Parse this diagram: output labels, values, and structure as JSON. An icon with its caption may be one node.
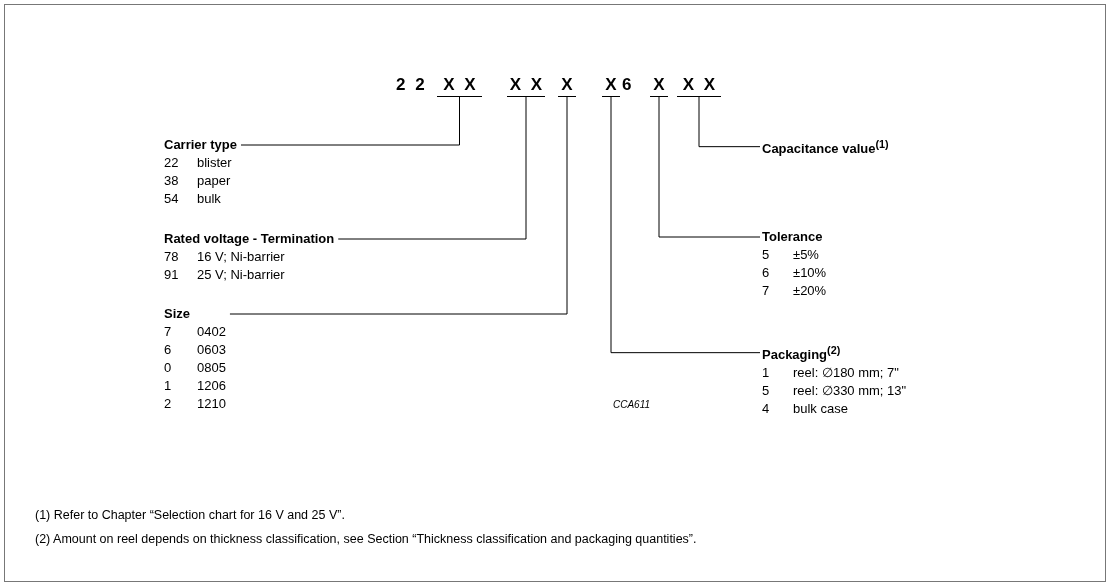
{
  "diagram": {
    "nodes": [
      {
        "text": [
          "X X"
        ]
      },
      {
        "text": [
          "X X"
        ]
      },
      {
        "text": [
          "X"
        ]
      },
      {
        "text": [
          "X"
        ]
      },
      {
        "text": [
          "X"
        ]
      },
      {
        "text": [
          "X X"
        ]
      },
      {
        "text": [
          "Carrier type",
          "22",
          "blister",
          "38",
          "paper",
          "54",
          "bulk"
        ]
      },
      {
        "text": [
          "Capacitance value$^{(1)}$"
        ]
      },
      {
        "text": [
          "Rated voltage - Termination",
          "78",
          "16 V; Ni-barrier",
          "91",
          "25 V; Ni-barrier"
        ]
      },
      {
        "text": [
          "Tolerance",
          "5",
          "±5%",
          "6",
          "±10%",
          "7",
          "±20%"
        ]
      },
      {
        "text": [
          "Size",
          "7",
          "0402",
          "6",
          "0603",
          "0",
          "0805",
          "1",
          "1206",
          "2",
          "1210"
        ]
      },
      {
        "text": [
          "Packaging$^{(2)}$",
          "1",
          "reel: ∅180 mm; 7\"",
          "5",
          "reel: ∅330 mm; 13\"",
          "4",
          "bulk case"
        ]
      }
    ],
    "edges": [
      {
        "from": 6,
        "to": 0,
        "arrow": "none"
      },
      {
        "from": 8,
        "to": 1,
        "arrow": "none"
      },
      {
        "from": 10,
        "to": 2,
        "arrow": "none"
      },
      {
        "from": 11,
        "to": 3,
        "arrow": "none"
      },
      {
        "from": 9,
        "to": 4,
        "arrow": "none"
      },
      {
        "from": 7,
        "to": 5,
        "arrow": "none"
      }
    ],
    "labels": [
      "2 2",
      "6",
      "CCA611",
      "(1) Refer to Chapter “Selection chart for 16 V and 25 V”.",
      "(2) Amount on reel depends on thickness classification, see Section “Thickness classification and packaging quantities”."
    ]
  }
}
